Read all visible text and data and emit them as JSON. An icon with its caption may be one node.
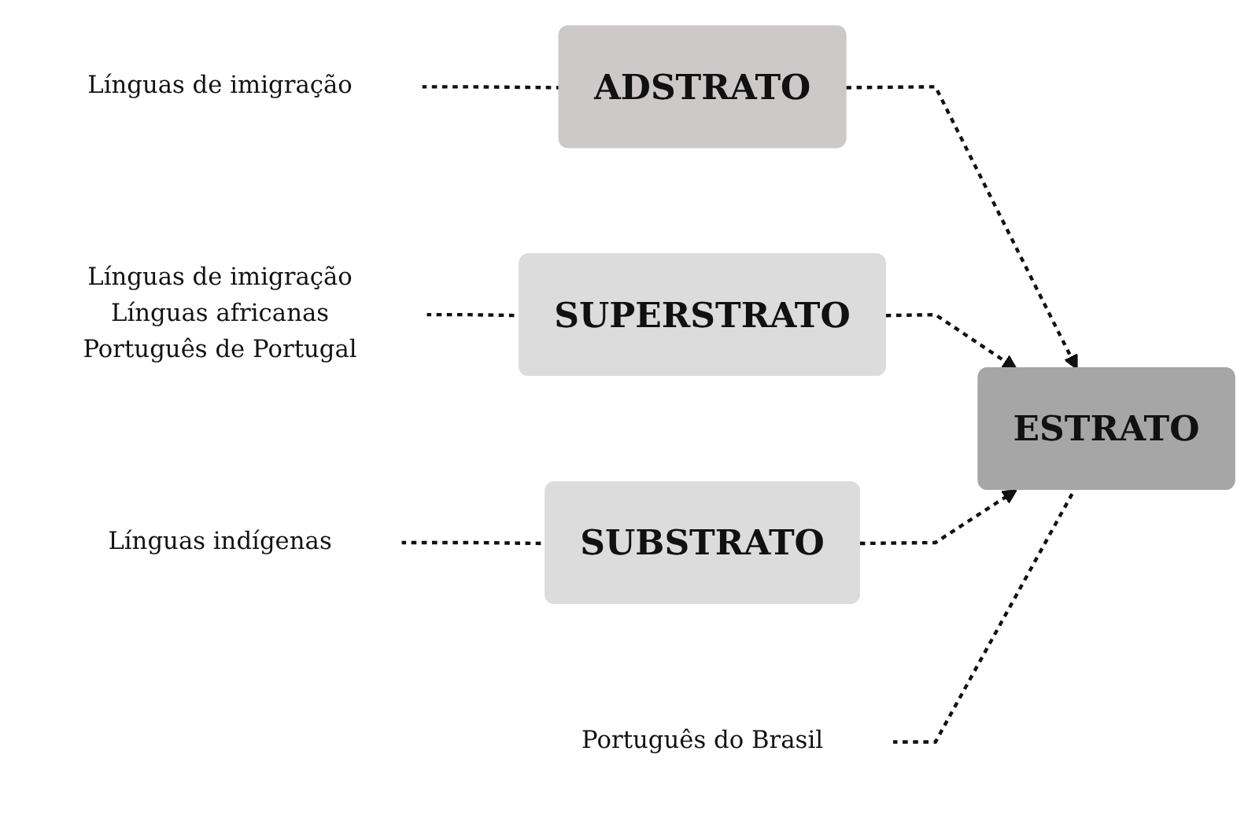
{
  "diagram": {
    "nodes": [
      {
        "text": [
          "ADSTRATO"
        ]
      },
      {
        "text": [
          "SUPERSTRATO"
        ]
      },
      {
        "text": [
          "ESTRATO"
        ]
      },
      {
        "text": [
          "SUBSTRATO"
        ]
      },
      {
        "text": [
          "Línguas de imigração",
          "Línguas africanas",
          "Português de Portugal"
        ]
      },
      {
        "text": [
          "Português do Brasil"
        ]
      },
      {
        "text": [
          "Línguas indígenas"
        ]
      },
      {
        "text": [
          "Línguas de imigração"
        ]
      }
    ],
    "edges": [
      {
        "from": 0,
        "to": 2,
        "arrow": "to",
        "style": "dashed"
      },
      {
        "from": 1,
        "to": 2,
        "arrow": "to",
        "style": "dashed"
      },
      {
        "from": 3,
        "to": 2,
        "arrow": "to",
        "style": "dashed"
      },
      {
        "from": 4,
        "to": 1,
        "arrow": "none",
        "style": "dashed"
      },
      {
        "from": 5,
        "to": 2,
        "arrow": "none",
        "style": "dashed"
      },
      {
        "from": 6,
        "to": 3,
        "arrow": "none",
        "style": "dashed"
      },
      {
        "from": 7,
        "to": 0,
        "arrow": "none",
        "style": "dashed"
      }
    ]
  }
}
